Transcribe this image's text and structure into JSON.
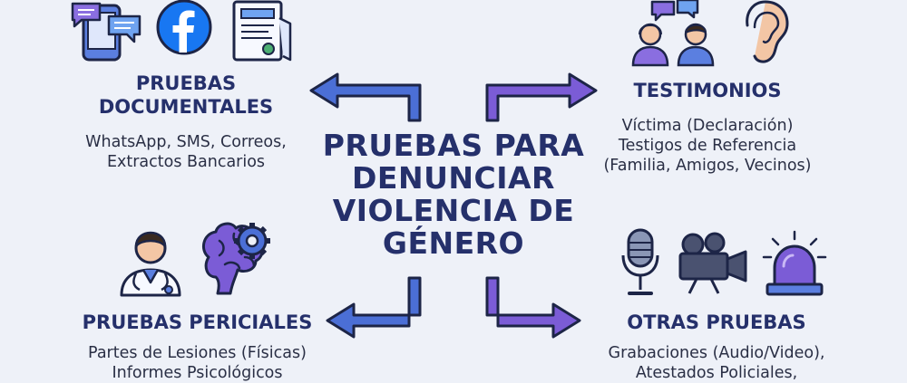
{
  "center": {
    "lines": [
      "PRUEBAS PARA",
      "DENUNCIAR",
      "VIOLENCIA DE",
      "GÉNERO"
    ]
  },
  "documentales": {
    "title_lines": [
      "PRUEBAS",
      "DOCUMENTALES"
    ],
    "body_lines": [
      "WhatsApp, SMS, Correos,",
      "Extractos Bancarios"
    ],
    "icons": [
      "phone-chat-icon",
      "facebook-icon",
      "document-icon"
    ]
  },
  "testimonios": {
    "title_lines": [
      "TESTIMONIOS"
    ],
    "body_lines": [
      "Víctima (Declaración)",
      "Testigos de Referencia",
      "(Familia, Amigos, Vecinos)"
    ],
    "icons": [
      "people-icon",
      "ear-icon"
    ]
  },
  "periciales": {
    "title_lines": [
      "PRUEBAS PERICIALES"
    ],
    "body_lines": [
      "Partes de Lesiones (Físicas)",
      "Informes Psicológicos"
    ],
    "icons": [
      "doctor-icon",
      "brain-gear-icon"
    ]
  },
  "otras": {
    "title_lines": [
      "OTRAS PRUEBAS"
    ],
    "body_lines": [
      "Grabaciones (Audio/Video),",
      "Atestados Policiales,"
    ],
    "icons": [
      "microphone-icon",
      "video-camera-icon",
      "siren-icon"
    ]
  },
  "colors": {
    "navy": "#25306b",
    "blue_arrow": "#4b6fd6",
    "purple_arrow": "#7b5cd6",
    "facebook": "#1877f2"
  }
}
